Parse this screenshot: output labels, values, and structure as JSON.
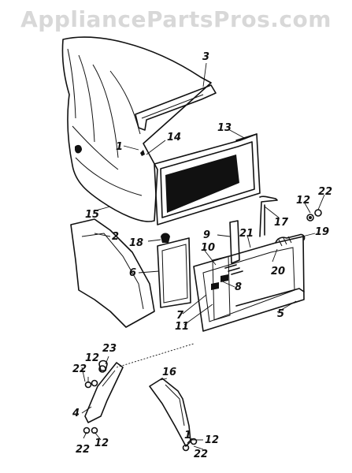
{
  "watermark": "AppliancePartsPros.com",
  "labels": [
    {
      "id": "3",
      "text": "3"
    },
    {
      "id": "13",
      "text": "13"
    },
    {
      "id": "14",
      "text": "14"
    },
    {
      "id": "1a",
      "text": "1"
    },
    {
      "id": "15",
      "text": "15"
    },
    {
      "id": "2",
      "text": "2"
    },
    {
      "id": "18",
      "text": "18"
    },
    {
      "id": "6",
      "text": "6"
    },
    {
      "id": "17",
      "text": "17"
    },
    {
      "id": "12a",
      "text": "12"
    },
    {
      "id": "22a",
      "text": "22"
    },
    {
      "id": "9",
      "text": "9"
    },
    {
      "id": "21",
      "text": "21"
    },
    {
      "id": "19",
      "text": "19"
    },
    {
      "id": "10",
      "text": "10"
    },
    {
      "id": "20",
      "text": "20"
    },
    {
      "id": "8",
      "text": "8"
    },
    {
      "id": "7",
      "text": "7"
    },
    {
      "id": "11",
      "text": "11"
    },
    {
      "id": "5",
      "text": "5"
    },
    {
      "id": "23",
      "text": "23"
    },
    {
      "id": "12b",
      "text": "12"
    },
    {
      "id": "22b",
      "text": "22"
    },
    {
      "id": "16",
      "text": "16"
    },
    {
      "id": "4",
      "text": "4"
    },
    {
      "id": "12c",
      "text": "12"
    },
    {
      "id": "22c",
      "text": "22"
    },
    {
      "id": "12d",
      "text": "12"
    },
    {
      "id": "1b",
      "text": "1"
    },
    {
      "id": "22d",
      "text": "22"
    }
  ]
}
